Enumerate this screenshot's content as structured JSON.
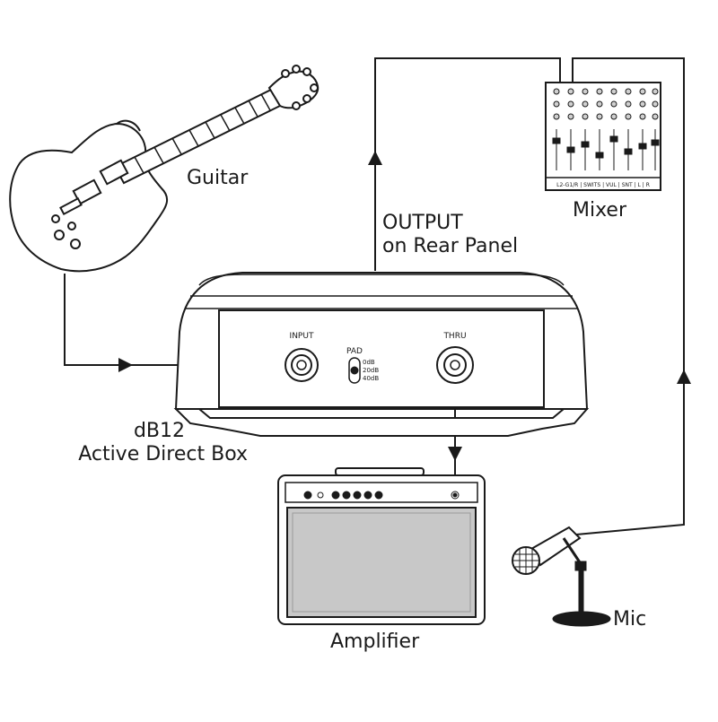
{
  "labels": {
    "guitar": "Guitar",
    "mixer": "Mixer",
    "output_line1": "OUTPUT",
    "output_line2": "on Rear Panel",
    "dbox_line1": "dB12",
    "dbox_line2": "Active Direct Box",
    "amplifier": "Amplifier",
    "mic": "Mic"
  },
  "direct_box": {
    "input": "INPUT",
    "thru": "THRU",
    "pad": "PAD",
    "pad_options": [
      "0dB",
      "20dB",
      "40dB"
    ]
  },
  "mixer_strip": [
    "L2-G1/R",
    "SWITS",
    "VUL",
    "SNT",
    "L",
    "R"
  ],
  "colors": {
    "line": "#1a1a1a",
    "background": "#ffffff",
    "amp_grille": "#c8c8c8"
  }
}
